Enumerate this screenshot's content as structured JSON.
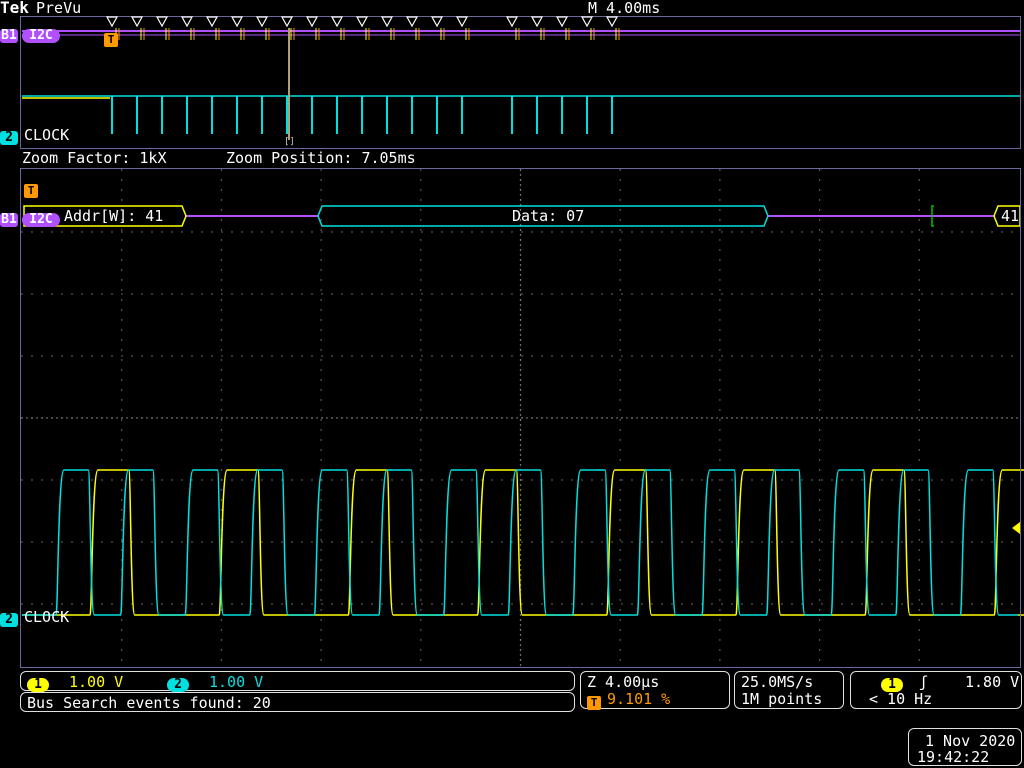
{
  "header": {
    "brand": "Tek",
    "mode": "PreVu",
    "timebase": "M 4.00ms"
  },
  "overview": {
    "bus_label": "B1",
    "bus_name": "I2C",
    "channel_number": "2",
    "channel_label": "CLOCK",
    "trigger_marker": "T",
    "cursor_marker": "[]"
  },
  "zoom": {
    "factor": "Zoom Factor: 1kX",
    "position": "Zoom Position: 7.05ms"
  },
  "main": {
    "trigger_marker": "T",
    "bus_label": "B1",
    "bus_name": "I2C",
    "addr_packet": "Addr[W]: 41",
    "data_packet": "Data: 07",
    "next_packet": "41",
    "channel_number": "2",
    "channel_label": "CLOCK"
  },
  "status": {
    "ch1_label": "1",
    "ch1_scale": "1.00 V",
    "ch2_label": "2",
    "ch2_scale": "1.00 V",
    "search": "Bus Search events found: 20",
    "zoom_scale": "Z 4.00µs",
    "trig_marker": "T",
    "trig_pos": "9.101 %",
    "sample_rate": "25.0MS/s",
    "record_length": "1M points",
    "trig_ch": "1",
    "trig_slope": "ʃ",
    "trig_level": "1.80 V",
    "trig_freq": "< 10 Hz",
    "date": "1 Nov 2020",
    "time": "19:42:22"
  },
  "colors": {
    "ch1": "#ffff00",
    "ch2": "#00e0e0",
    "bus": "#b050ff",
    "trigger": "#ff9900",
    "grid": "#808080"
  }
}
